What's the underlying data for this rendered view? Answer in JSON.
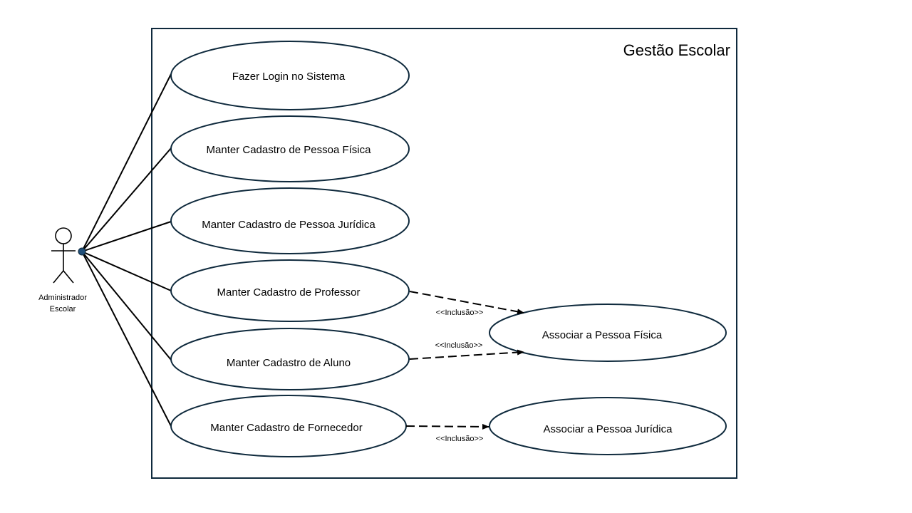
{
  "system": {
    "title": "Gestão Escolar"
  },
  "actor": {
    "name_line1": "Administrador",
    "name_line2": "Escolar"
  },
  "use_cases": {
    "login": "Fazer Login no Sistema",
    "pessoa_fisica": "Manter Cadastro de Pessoa Física",
    "pessoa_juridica": "Manter Cadastro de Pessoa Jurídica",
    "professor": "Manter Cadastro de Professor",
    "aluno": "Manter Cadastro de Aluno",
    "fornecedor": "Manter Cadastro de Fornecedor",
    "associar_fisica": "Associar a Pessoa Física",
    "associar_juridica": "Associar a Pessoa Jurídica"
  },
  "relations": {
    "include_professor": "<<Inclusão>>",
    "include_aluno": "<<Inclusão>>",
    "include_fornecedor": "<<Inclusão>>"
  },
  "colors": {
    "ellipse_stroke": "#0f2a3d",
    "line": "#000000",
    "connector_dot": "#1f4e79"
  }
}
